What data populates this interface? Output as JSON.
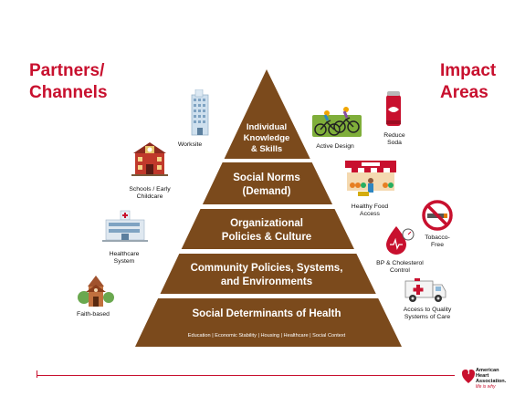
{
  "left_heading": {
    "line1": "Partners/",
    "line2": "Channels"
  },
  "right_heading": {
    "line1": "Impact",
    "line2": "Areas"
  },
  "pyramid": {
    "tiers": [
      {
        "line1": "Individual",
        "line2": "Knowledge",
        "line3": "& Skills"
      },
      {
        "line1": "Social Norms",
        "line2": "(Demand)"
      },
      {
        "line1": "Organizational",
        "line2": "Policies & Culture"
      },
      {
        "line1": "Community Policies, Systems,",
        "line2": "and Environments"
      },
      {
        "line1": "Social Determinants of Health"
      }
    ],
    "base_caption": "Education | Economic Stability | Housing | Healthcare | Social Context",
    "colors": {
      "fill": "#7b4a1c",
      "divider": "#ffffff"
    }
  },
  "partners": {
    "worksite": "Worksite",
    "schools_line1": "Schools / Early",
    "schools_line2": "Childcare",
    "healthcare_line1": "Healthcare",
    "healthcare_line2": "System",
    "faith": "Faith-based"
  },
  "impact": {
    "active_design": "Active Design",
    "reduce_soda_line1": "Reduce",
    "reduce_soda_line2": "Soda",
    "healthy_food_line1": "Healthy Food",
    "healthy_food_line2": "Access",
    "tobacco_line1": "Tobacco-",
    "tobacco_line2": "Free",
    "bp_line1": "BP & Cholesterol",
    "bp_line2": "Control",
    "care_line1": "Access to Quality",
    "care_line2": "Systems of Care"
  },
  "footer": {
    "org_line1": "American",
    "org_line2": "Heart",
    "org_line3": "Association.",
    "tagline": "life is why"
  },
  "icons": [
    "office-building-icon",
    "school-icon",
    "hospital-icon",
    "church-icon",
    "cyclists-icon",
    "soda-can-icon",
    "market-icon",
    "no-smoking-icon",
    "blood-drop-gauge-icon",
    "ambulance-icon",
    "heart-torch-logo"
  ],
  "colors": {
    "accent_red": "#c8102e",
    "pyramid_brown": "#7b4a1c"
  }
}
